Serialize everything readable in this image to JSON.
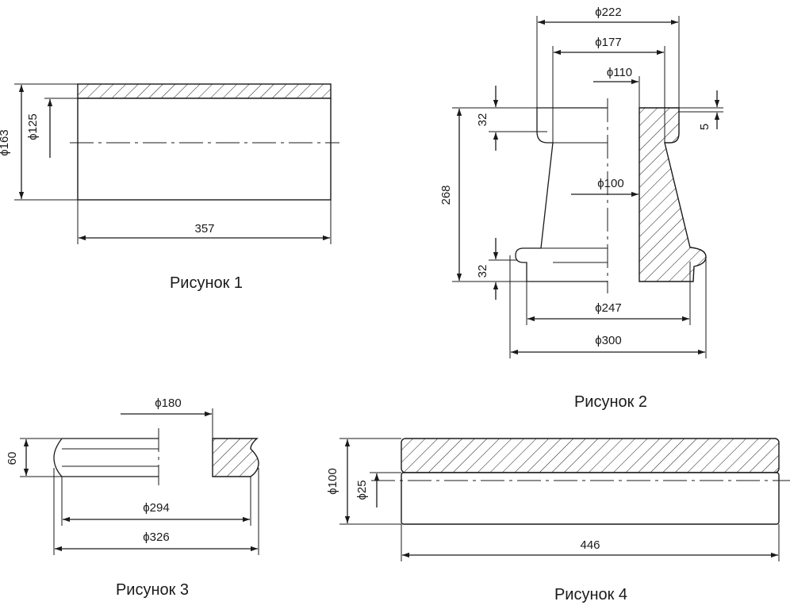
{
  "captions": {
    "fig1": "Рисунок 1",
    "fig2": "Рисунок 2",
    "fig3": "Рисунок 3",
    "fig4": "Рисунок 4"
  },
  "fig1": {
    "d_outer": "ϕ163",
    "d_inner": "ϕ125",
    "length": "357"
  },
  "fig2": {
    "d_222": "ϕ222",
    "d_177": "ϕ177",
    "d_110": "ϕ110",
    "d_100": "ϕ100",
    "d_247": "ϕ247",
    "d_300": "ϕ300",
    "h_total": "268",
    "h_top": "32",
    "h_bottom": "32",
    "h_small": "5"
  },
  "fig3": {
    "d_180": "ϕ180",
    "d_294": "ϕ294",
    "d_326": "ϕ326",
    "height": "60"
  },
  "fig4": {
    "d_outer": "ϕ100",
    "d_inner": "ϕ25",
    "length": "446"
  },
  "colors": {
    "line": "#1a1a1a",
    "background": "#ffffff"
  }
}
